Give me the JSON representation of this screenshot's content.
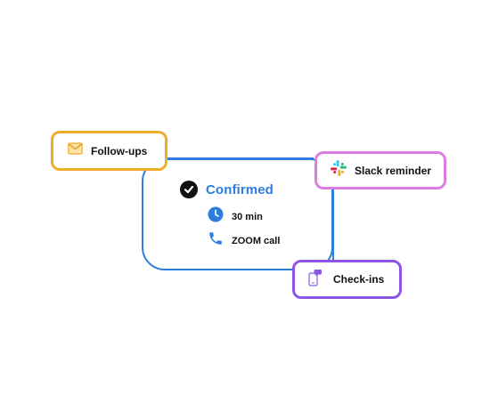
{
  "card": {
    "status": "Confirmed",
    "duration": "30 min",
    "meeting": "ZOOM call"
  },
  "tags": {
    "followups": {
      "label": "Follow-ups",
      "icon": "envelope-icon",
      "color": "#eeae2a"
    },
    "slack": {
      "label": "Slack reminder",
      "icon": "slack-logo-icon",
      "color": "#dd7ce3"
    },
    "checkins": {
      "label": "Check-ins",
      "icon": "phone-message-icon",
      "color": "#8d56e2"
    }
  },
  "colors": {
    "accent": "#2b7de0",
    "text": "#111111",
    "background": "#ffffff"
  }
}
